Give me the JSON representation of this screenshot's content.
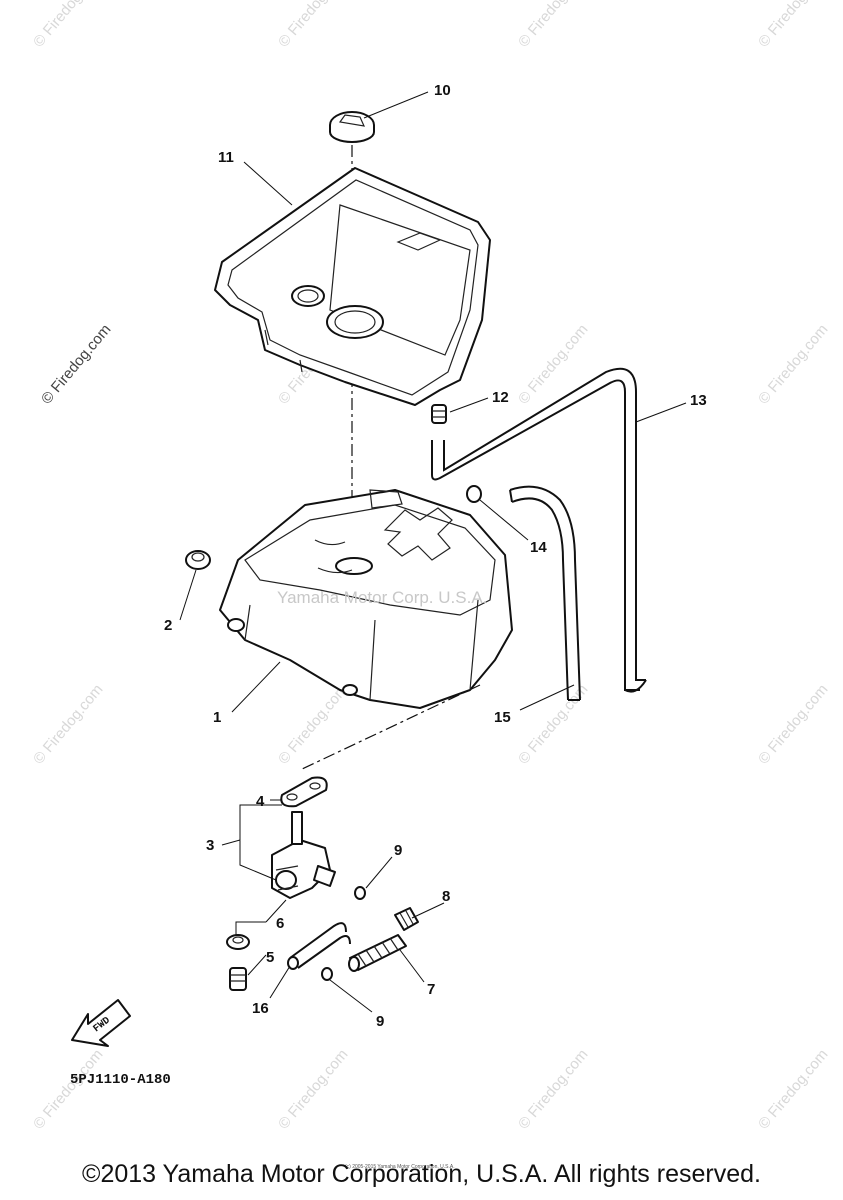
{
  "diagram": {
    "callouts": {
      "c1": "1",
      "c2": "2",
      "c3": "3",
      "c4": "4",
      "c5": "5",
      "c6": "6",
      "c7": "7",
      "c8": "8",
      "c9a": "9",
      "c9b": "9",
      "c10": "10",
      "c11": "11",
      "c12": "12",
      "c13": "13",
      "c14": "14",
      "c15": "15",
      "c16": "16"
    },
    "part_code": "5PJ1110-A180",
    "fwd_label": "FWD",
    "center_watermark": "Yamaha Motor Corp. U.S.A.",
    "watermark_text": "© Firedog.com",
    "tiny_copyright": "(c) 2005-2015 Yamaha Motor Corporation, U.S.A."
  },
  "footer": {
    "copyright": "©2013 Yamaha Motor Corporation, U.S.A. All rights reserved."
  }
}
